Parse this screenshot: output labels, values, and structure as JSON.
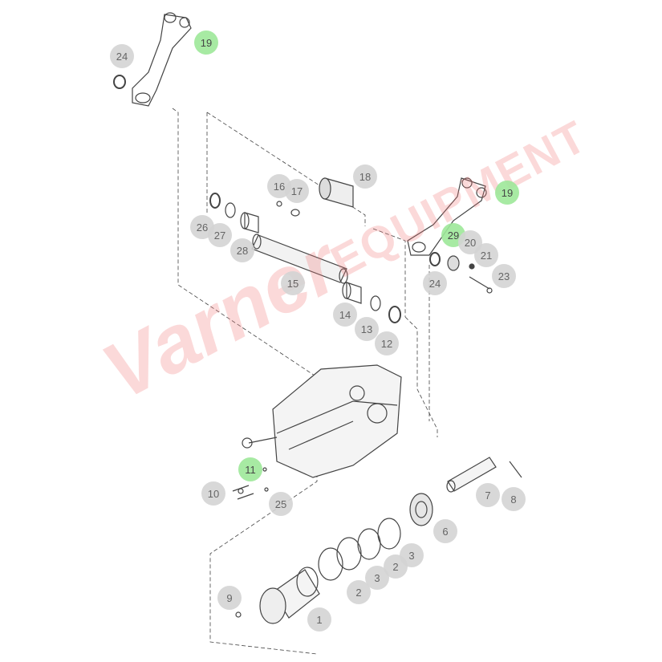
{
  "watermark": {
    "brand": "Varner",
    "sub": "EQUIPMENT"
  },
  "callouts": [
    {
      "num": "19",
      "highlight": true
    },
    {
      "num": "24",
      "highlight": false
    },
    {
      "num": "16",
      "highlight": false
    },
    {
      "num": "17",
      "highlight": false
    },
    {
      "num": "18",
      "highlight": false
    },
    {
      "num": "26",
      "highlight": false
    },
    {
      "num": "27",
      "highlight": false
    },
    {
      "num": "28",
      "highlight": false
    },
    {
      "num": "15",
      "highlight": false
    },
    {
      "num": "14",
      "highlight": false
    },
    {
      "num": "13",
      "highlight": false
    },
    {
      "num": "12",
      "highlight": false
    },
    {
      "num": "19",
      "highlight": true
    },
    {
      "num": "29",
      "highlight": true
    },
    {
      "num": "20",
      "highlight": false
    },
    {
      "num": "21",
      "highlight": false
    },
    {
      "num": "24",
      "highlight": false
    },
    {
      "num": "23",
      "highlight": false
    },
    {
      "num": "11",
      "highlight": true
    },
    {
      "num": "10",
      "highlight": false
    },
    {
      "num": "25",
      "highlight": false
    },
    {
      "num": "7",
      "highlight": false
    },
    {
      "num": "8",
      "highlight": false
    },
    {
      "num": "6",
      "highlight": false
    },
    {
      "num": "3",
      "highlight": false
    },
    {
      "num": "2",
      "highlight": false
    },
    {
      "num": "3",
      "highlight": false
    },
    {
      "num": "2",
      "highlight": false
    },
    {
      "num": "9",
      "highlight": false
    },
    {
      "num": "1",
      "highlight": false
    }
  ],
  "colors": {
    "highlight": "#9ee89a",
    "callout": "#d4d4d4",
    "line": "#444444"
  }
}
